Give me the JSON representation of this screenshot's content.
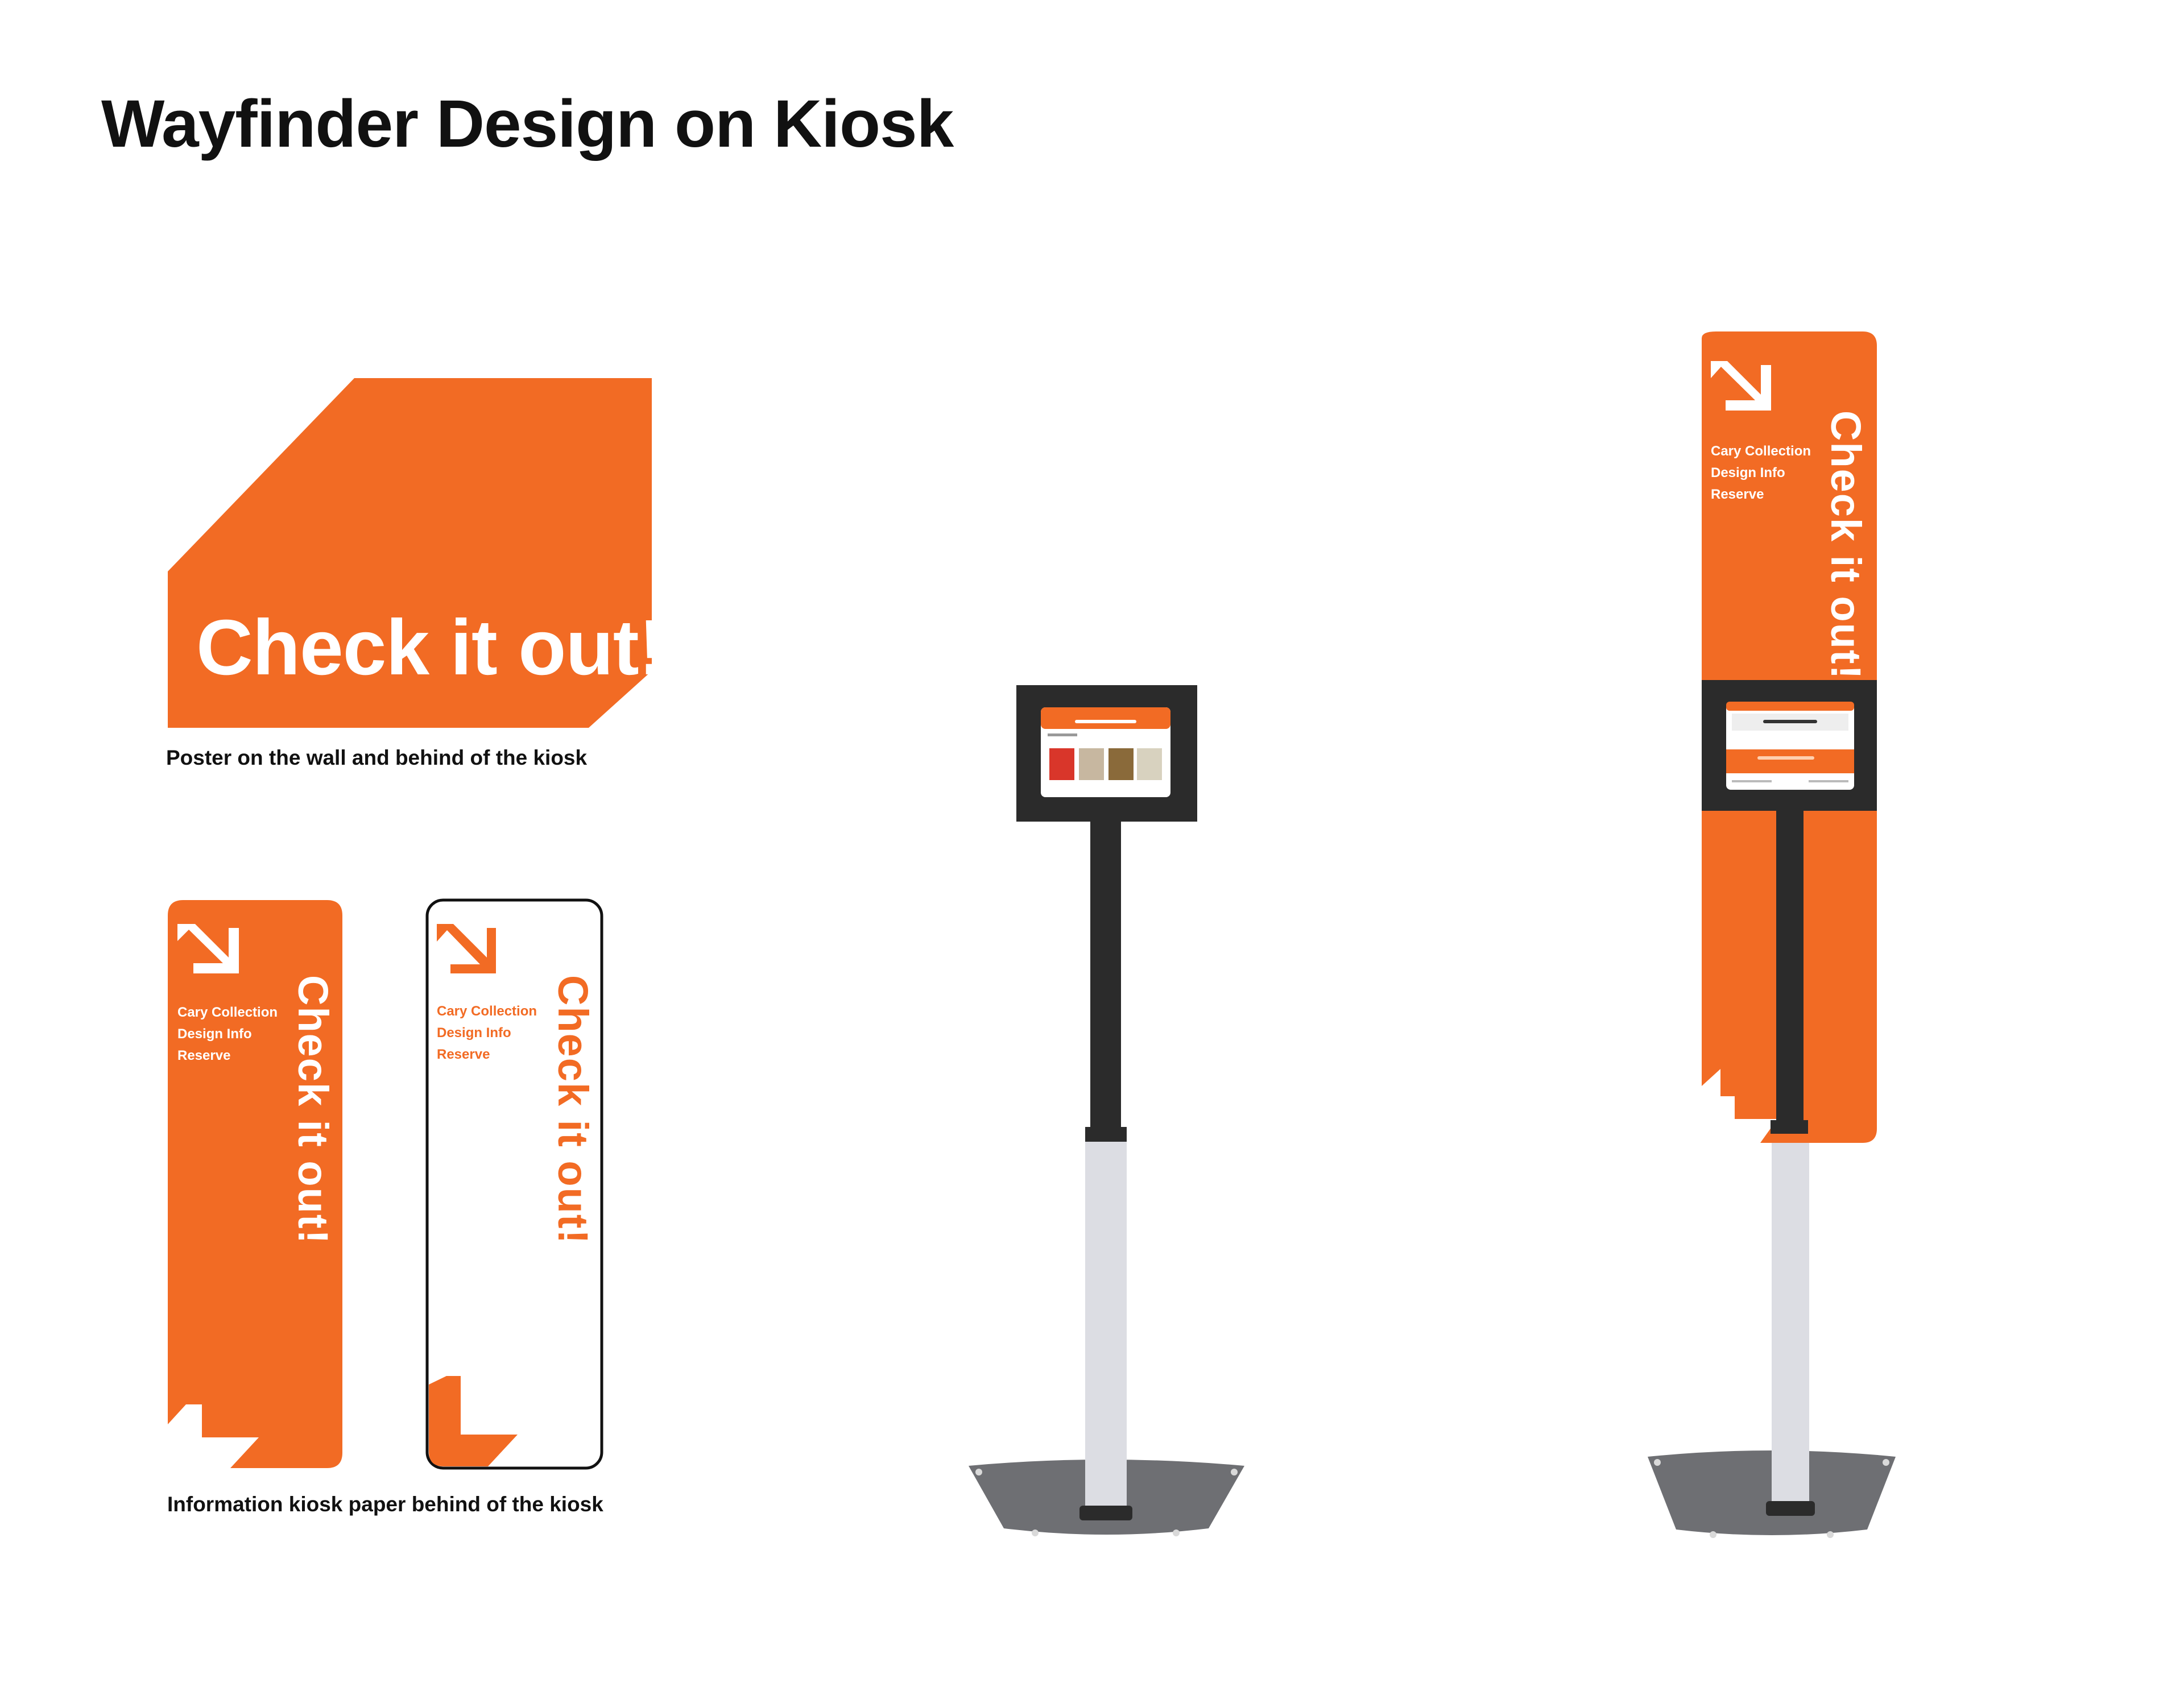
{
  "page": {
    "title": "Wayfinder Design on Kiosk"
  },
  "poster": {
    "headline": "Check it out!",
    "caption": "Poster on the wall and behind of the kiosk"
  },
  "kiosk_paper": {
    "headline": "Check it out!",
    "menu": [
      "Cary Collection",
      "Design Info",
      "Reserve"
    ],
    "caption": "Information kiosk paper behind of the kiosk"
  },
  "tall_kiosk": {
    "headline": "Check it out!",
    "menu": [
      "Cary Collection",
      "Design Info",
      "Reserve"
    ]
  },
  "colors": {
    "brand_orange": "#f26b24",
    "frame_dark": "#2b2b2b",
    "pole_light": "#dcdde3",
    "base_gray": "#6e6f73"
  },
  "icons": [
    "arrow-down-right-icon"
  ]
}
